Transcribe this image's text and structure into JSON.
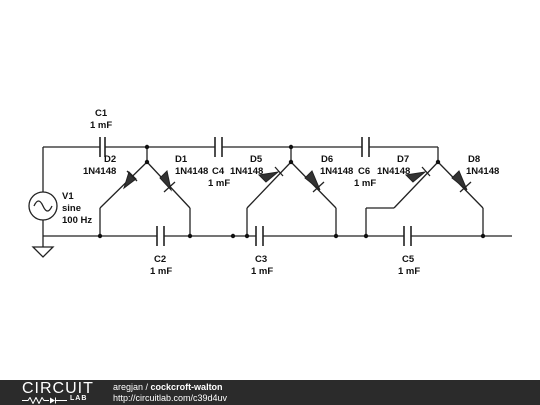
{
  "circuit": {
    "source": {
      "name": "V1",
      "type": "sine",
      "freq": "100 Hz"
    },
    "capacitors": [
      {
        "name": "C1",
        "value": "1 mF"
      },
      {
        "name": "C2",
        "value": "1 mF"
      },
      {
        "name": "C3",
        "value": "1 mF"
      },
      {
        "name": "C4",
        "value": "1 mF"
      },
      {
        "name": "C5",
        "value": "1 mF"
      },
      {
        "name": "C6",
        "value": "1 mF"
      }
    ],
    "diodes": [
      {
        "name": "D1",
        "model": "1N4148"
      },
      {
        "name": "D2",
        "model": "1N4148"
      },
      {
        "name": "D5",
        "model": "1N4148"
      },
      {
        "name": "D6",
        "model": "1N4148"
      },
      {
        "name": "D7",
        "model": "1N4148"
      },
      {
        "name": "D8",
        "model": "1N4148"
      }
    ]
  },
  "footer": {
    "logo_top": "CIRCUIT",
    "logo_bottom": "LAB",
    "author": "aregjan",
    "separator": " / ",
    "title": "cockcroft-walton",
    "url": "http://circuitlab.com/c39d4uv"
  }
}
